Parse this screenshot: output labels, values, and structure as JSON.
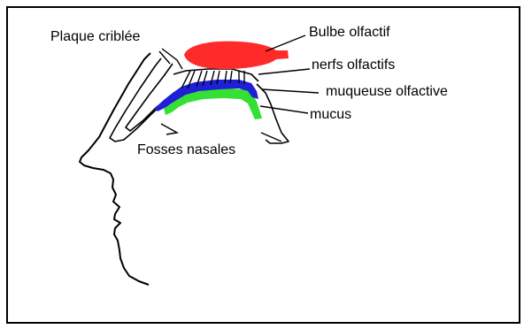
{
  "labels": {
    "plaque_criblee": "Plaque criblée",
    "bulbe_olfactif": "Bulbe olfactif",
    "nerfs_olfactifs": "nerfs olfactifs",
    "muqueuse_olfactive": "muqueuse olfactive",
    "mucus": "mucus",
    "fosses_nasales": "Fosses nasales"
  },
  "colors": {
    "bulbe": "#ff2a2a",
    "muqueuse": "#1f1fd6",
    "mucus": "#33e033",
    "line": "#000000"
  }
}
